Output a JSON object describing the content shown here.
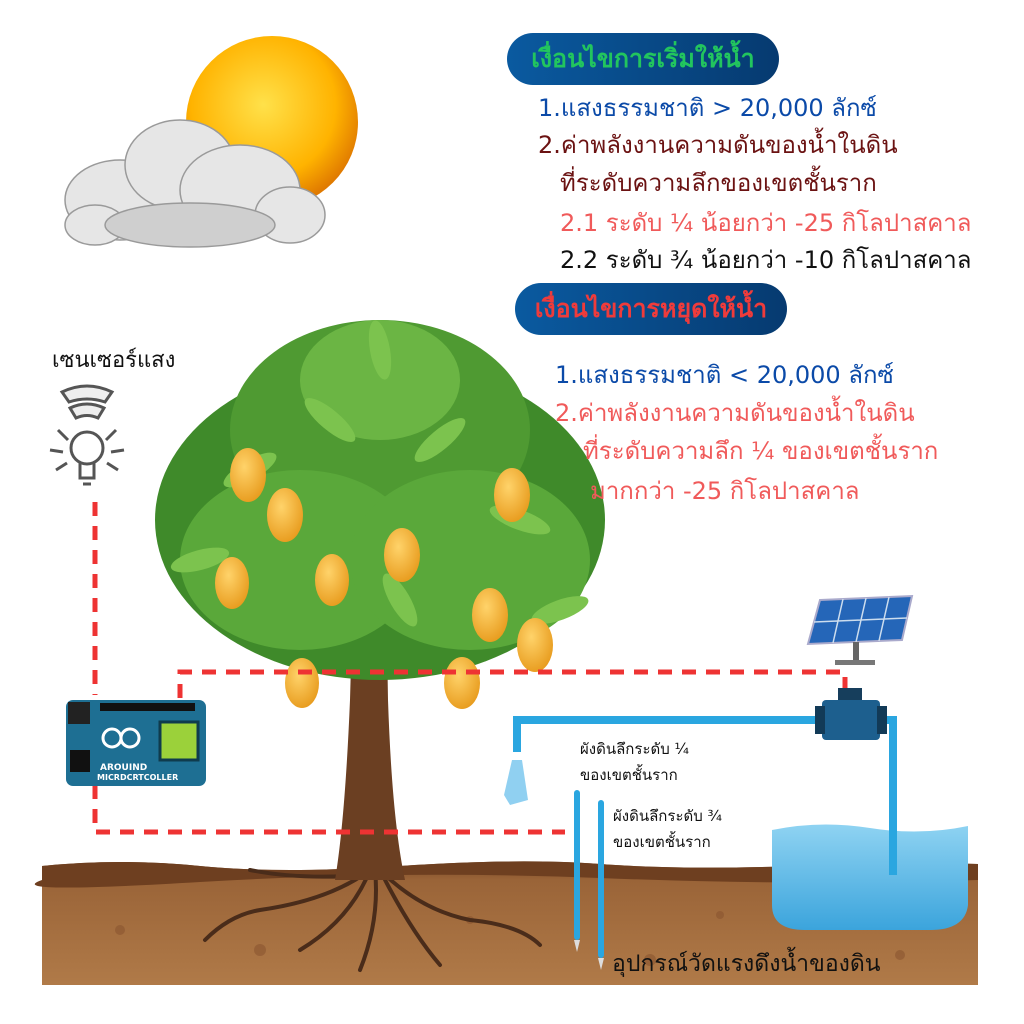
{
  "start_conditions": {
    "title": "เงื่อนไขการเริ่มให้น้ำ",
    "items": [
      "1.แสงธรรมชาติ > 20,000 ลักซ์",
      "2.ค่าพลังงานความดันของน้ำในดิน",
      "ที่ระดับความลึกของเขตชั้นราก",
      "2.1 ระดับ ¼  น้อยกว่า -25 กิโลปาสคาล",
      "2.2 ระดับ ¾ น้อยกว่า -10 กิโลปาสคาล"
    ]
  },
  "stop_conditions": {
    "title": "เงื่อนไขการหยุดให้น้ำ",
    "items": [
      "1.แสงธรรมชาติ < 20,000 ลักซ์",
      "2.ค่าพลังงานความดันของน้ำในดิน",
      "ที่ระดับความลึก ¼ ของเขตชั้นราก",
      "มากกว่า -25 กิโลปาสคาล"
    ]
  },
  "labels": {
    "light_sensor": "เซนเซอร์แสง",
    "probe_quarter": [
      "ผังดินลึกระดับ ¼",
      "ของเขตชั้นราก"
    ],
    "probe_three_quarter": [
      "ผังดินลึกระดับ ¾",
      "ของเขตชั้นราก"
    ],
    "tensiometer": "อุปกรณ์วัดแรงดึงน้ำของดิน",
    "board_text": [
      "AROUIND",
      "MICRDCRTCOLLER"
    ]
  },
  "colors": {
    "title_green": "#22c55e",
    "title_red": "#ef3b3b",
    "blue_text": "#0b4aa8",
    "dark_red_text": "#6b1212",
    "salmon_text": "#f05a5a",
    "wire_red": "#ee3333",
    "pipe_blue": "#2aa6e0"
  }
}
